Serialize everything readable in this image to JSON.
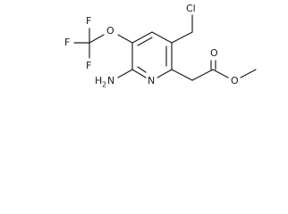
{
  "molecule": {
    "atom_labels": {
      "cl": "Cl",
      "o_ether": "O",
      "f_top": "F",
      "f_left": "F",
      "f_bottom": "F",
      "nh2_h": "H",
      "nh2_sub": "2",
      "nh2_n": "N",
      "ring_n": "N",
      "o_carbonyl": "O",
      "o_ester": "O"
    }
  }
}
